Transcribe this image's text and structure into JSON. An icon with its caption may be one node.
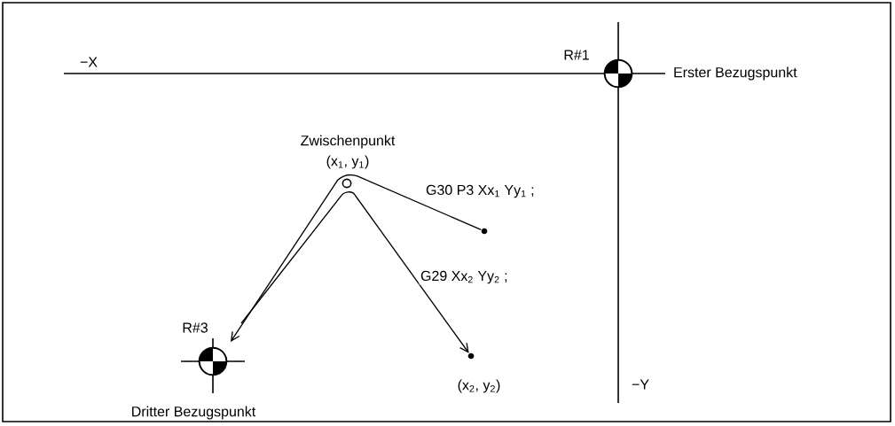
{
  "diagram": {
    "nodes": [
      {
        "text": [],
        "shape": "circle",
        "beside": [
          "R#1",
          "Erster Bezugspunkt"
        ]
      },
      {
        "text": [],
        "shape": "circle",
        "beside": [
          "Zwischenpunkt",
          "(x$_{1}$, y$_{1}$)"
        ]
      },
      {
        "text": [],
        "shape": "circle"
      },
      {
        "text": [],
        "shape": "circle",
        "beside": [
          "R#3",
          "Dritter Bezugspunkt"
        ]
      },
      {
        "text": [],
        "shape": "circle",
        "beside": [
          "(x$_{2}$, y$_{2}$)"
        ]
      }
    ],
    "edges": [
      {
        "from": 2,
        "to": 1,
        "arrow": "none",
        "label": "G30 P3 Xx$_{1}$ Yy$_{1}$ ;"
      },
      {
        "from": 1,
        "to": 3,
        "arrow": "to"
      },
      {
        "from": 3,
        "to": 1,
        "arrow": "none"
      },
      {
        "from": 1,
        "to": 4,
        "arrow": "to",
        "label": "G29 Xx$_{2}$ Yy$_{2}$ ;"
      }
    ],
    "labels": [
      "−X",
      "−Y"
    ]
  }
}
